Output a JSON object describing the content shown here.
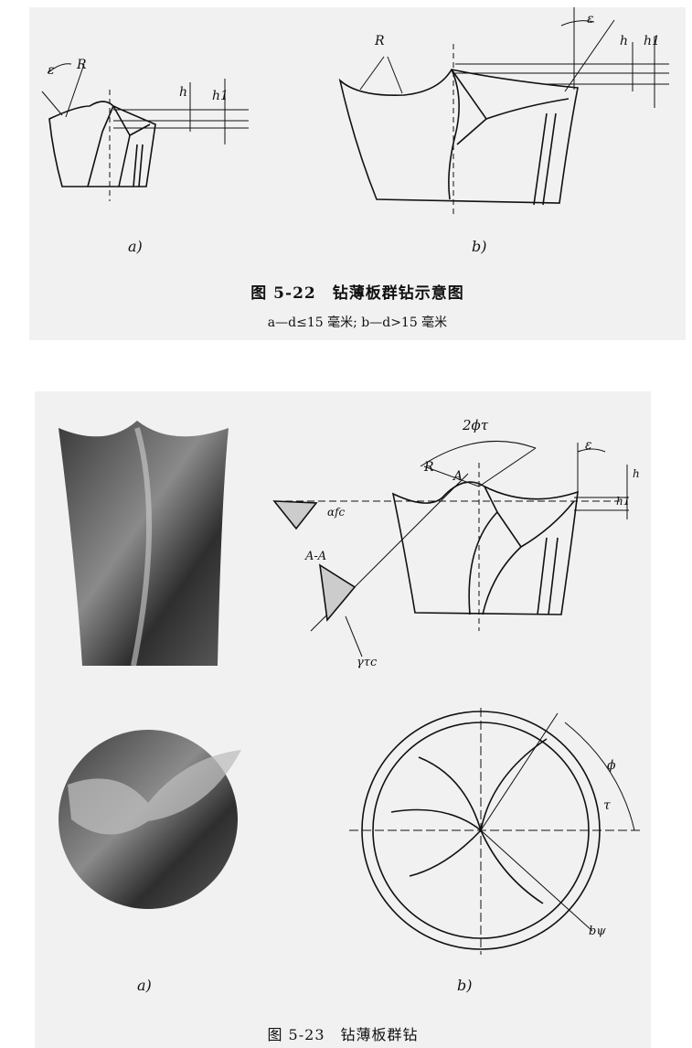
{
  "figure1": {
    "caption_title": "图 5-22　钻薄板群钻示意图",
    "caption_sub": "a—d≤15 毫米; b—d>15 毫米",
    "label_a": "a)",
    "label_b": "b)",
    "dims": {
      "epsilon": "ε",
      "r": "R",
      "h": "h",
      "h1": "h1"
    }
  },
  "figure2": {
    "caption": "图 5-23　钻薄板群钻",
    "label_a": "a)",
    "label_b": "b)",
    "dims": {
      "two_phi": "2ϕτ",
      "r": "R",
      "a": "A",
      "aa": "A-A",
      "epsilon": "ε",
      "h": "h",
      "h1": "h1",
      "alpha": "αfc",
      "gamma": "γτc",
      "phi": "ϕ",
      "tau": "τ",
      "b": "bψ"
    }
  }
}
